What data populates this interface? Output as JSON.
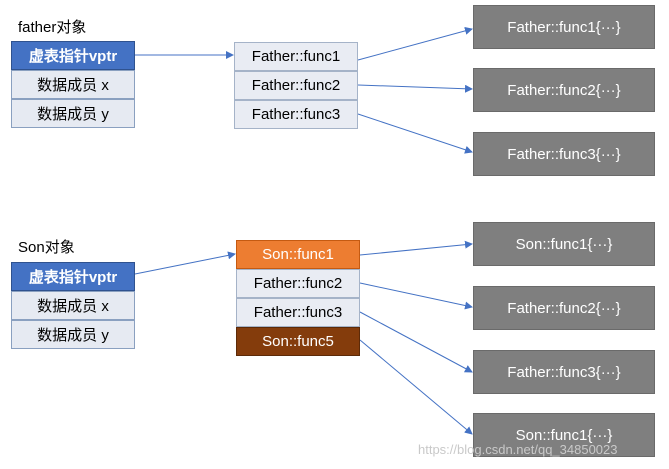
{
  "father": {
    "title": "father对象",
    "object_cells": [
      "虚表指针vptr",
      "数据成员 x",
      "数据成员 y"
    ],
    "vtable": [
      "Father::func1",
      "Father::func2",
      "Father::func3"
    ],
    "functions": [
      "Father::func1{···}",
      "Father::func2{···}",
      "Father::func3{···}"
    ]
  },
  "son": {
    "title": "Son对象",
    "object_cells": [
      "虚表指针vptr",
      "数据成员 x",
      "数据成员 y"
    ],
    "vtable": [
      "Son::func1",
      "Father::func2",
      "Father::func3",
      "Son::func5"
    ],
    "functions": [
      "Son::func1{···}",
      "Father::func2{···}",
      "Father::func3{···}",
      "Son::func1{···}"
    ]
  },
  "watermark": "https://blog.csdn.net/qq_34850023",
  "colors": {
    "vptr": "#4472c4",
    "arrow": "#4472c4",
    "function_box": "#7f7f7f",
    "son_func1": "#ed7d31",
    "son_func5": "#843c0c"
  }
}
